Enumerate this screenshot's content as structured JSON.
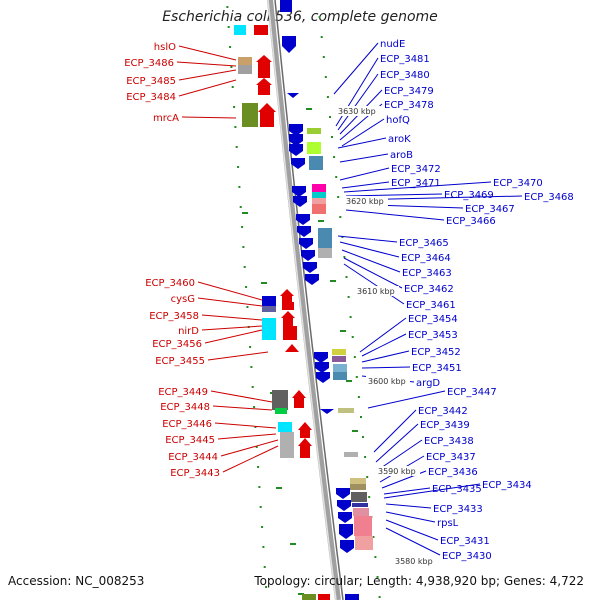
{
  "title": "Escherichia coli 536, complete genome",
  "accession_text": "Accession: NC_008253",
  "topology_text": "Topology: circular; Length: 4,938,920 bp; Genes: 4,722",
  "colors": {
    "left_label": "#cc0000",
    "right_label": "#0000cc",
    "backbone": "#999999",
    "ticks": "#228b22"
  },
  "scale_ticks": [
    {
      "label": "3630 kbp"
    },
    {
      "label": "3620 kbp"
    },
    {
      "label": "3610 kbp"
    },
    {
      "label": "3600 kbp"
    },
    {
      "label": "3590 kbp"
    },
    {
      "label": "3580 kbp"
    }
  ],
  "left_genes": [
    {
      "label": "hslO"
    },
    {
      "label": "ECP_3486"
    },
    {
      "label": "ECP_3485"
    },
    {
      "label": "ECP_3484"
    },
    {
      "label": "mrcA"
    },
    {
      "label": "ECP_3460"
    },
    {
      "label": "cysG"
    },
    {
      "label": "ECP_3458"
    },
    {
      "label": "nirD"
    },
    {
      "label": "ECP_3456"
    },
    {
      "label": "ECP_3455"
    },
    {
      "label": "ECP_3449"
    },
    {
      "label": "ECP_3448"
    },
    {
      "label": "ECP_3446"
    },
    {
      "label": "ECP_3445"
    },
    {
      "label": "ECP_3444"
    },
    {
      "label": "ECP_3443"
    }
  ],
  "right_genes": [
    {
      "label": "nudE"
    },
    {
      "label": "ECP_3481"
    },
    {
      "label": "ECP_3480"
    },
    {
      "label": "ECP_3479"
    },
    {
      "label": "ECP_3478"
    },
    {
      "label": "hofQ"
    },
    {
      "label": "aroK"
    },
    {
      "label": "aroB"
    },
    {
      "label": "ECP_3472"
    },
    {
      "label": "ECP_3471"
    },
    {
      "label": "ECP_3470"
    },
    {
      "label": "ECP_3469"
    },
    {
      "label": "ECP_3468"
    },
    {
      "label": "ECP_3467"
    },
    {
      "label": "ECP_3466"
    },
    {
      "label": "ECP_3465"
    },
    {
      "label": "ECP_3464"
    },
    {
      "label": "ECP_3463"
    },
    {
      "label": "ECP_3462"
    },
    {
      "label": "ECP_3461"
    },
    {
      "label": "ECP_3454"
    },
    {
      "label": "ECP_3453"
    },
    {
      "label": "ECP_3452"
    },
    {
      "label": "ECP_3451"
    },
    {
      "label": "argD"
    },
    {
      "label": "ECP_3447"
    },
    {
      "label": "ECP_3442"
    },
    {
      "label": "ECP_3439"
    },
    {
      "label": "ECP_3438"
    },
    {
      "label": "ECP_3437"
    },
    {
      "label": "ECP_3436"
    },
    {
      "label": "ECP_3435"
    },
    {
      "label": "ECP_3434"
    },
    {
      "label": "ECP_3433"
    },
    {
      "label": "rpsL"
    },
    {
      "label": "ECP_3431"
    },
    {
      "label": "ECP_3430"
    }
  ]
}
